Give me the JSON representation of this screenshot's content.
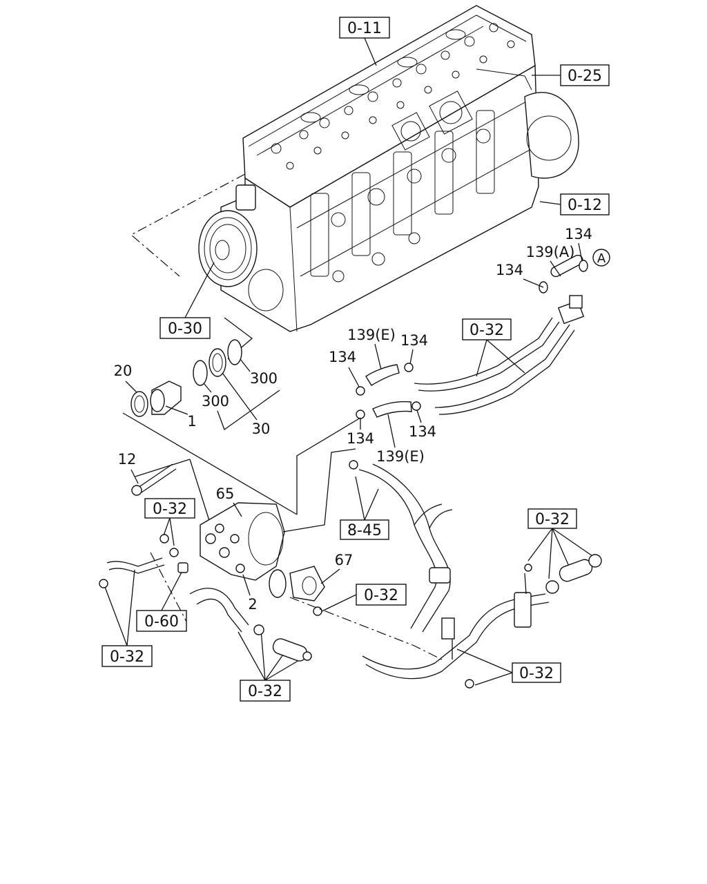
{
  "refs": {
    "r_0_11": "0-11",
    "r_0_25": "0-25",
    "r_0_12": "0-12",
    "r_0_30": "0-30",
    "r_0_32_a": "0-32",
    "r_0_32_b": "0-32",
    "r_0_32_c": "0-32",
    "r_0_32_d": "0-32",
    "r_0_32_e": "0-32",
    "r_0_32_f": "0-32",
    "r_0_32_g": "0-32",
    "r_0_60": "0-60",
    "r_8_45": "8-45"
  },
  "labels": {
    "p134_a": "134",
    "p134_b": "134",
    "p134_c": "134",
    "p134_d": "134",
    "p134_e": "134",
    "p134_f": "134",
    "p139a": "139(A)",
    "p139e_a": "139(E)",
    "p139e_b": "139(E)",
    "circle_a": "A",
    "p20": "20",
    "p1": "1",
    "p300_a": "300",
    "p300_b": "300",
    "p30": "30",
    "p12": "12",
    "p65": "65",
    "p67": "67",
    "p2": "2"
  }
}
